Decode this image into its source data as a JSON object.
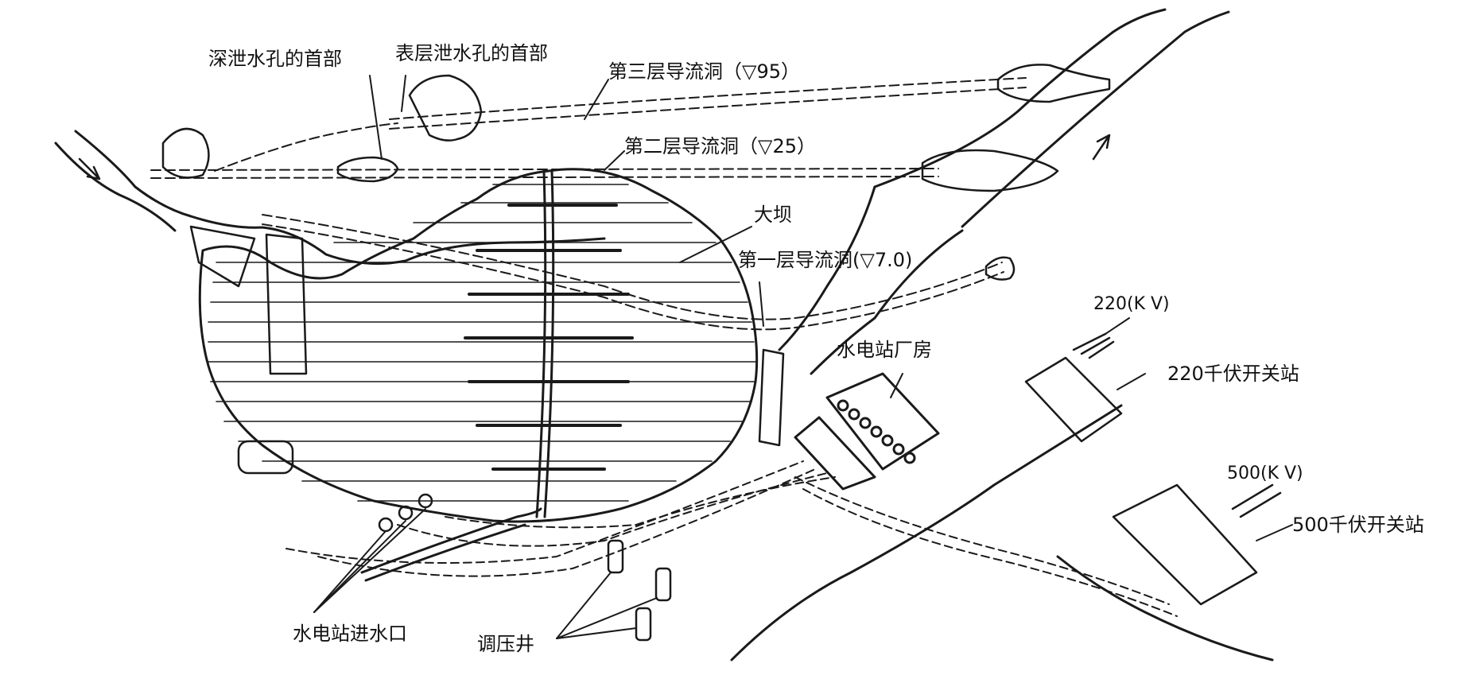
{
  "labels": {
    "deep_outlet_head": "深泄水孔的首部",
    "surface_outlet_head": "表层泄水孔的首部",
    "tunnel_third": "第三层导流洞（▽95）",
    "tunnel_second": "第二层导流洞（▽25）",
    "dam": "大坝",
    "tunnel_first": "第一层导流洞(▽7.0)",
    "powerhouse": "水电站厂房",
    "kv220": "220(K V)",
    "switch220": "220千伏开关站",
    "kv500": "500(K V)",
    "switch500": "500千伏开关站",
    "intake": "水电站进水口",
    "surge_tank": "调压井"
  }
}
